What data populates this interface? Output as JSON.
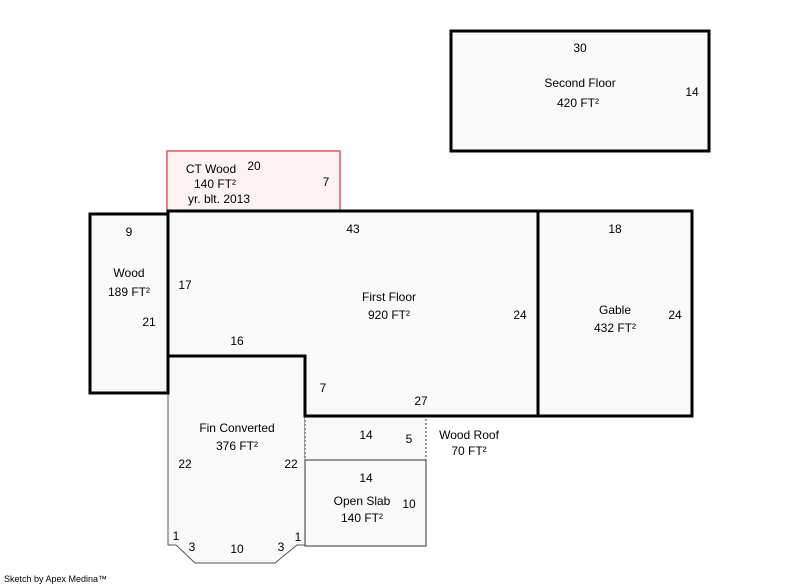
{
  "colors": {
    "area_fill": "#f9f9f9",
    "outline": "#000000",
    "highlight_outline": "#e05a5a",
    "highlight_fill": "#fdf3f3"
  },
  "areas": {
    "second_floor": {
      "name": "Second Floor",
      "size": "420 FT²",
      "dims": {
        "top": "30",
        "right": "14"
      }
    },
    "ct_wood": {
      "name": "CT Wood",
      "size": "140 FT²",
      "year": "yr. blt. 2013",
      "dims": {
        "top": "20",
        "right": "7"
      }
    },
    "wood": {
      "name": "Wood",
      "size": "189 FT²",
      "dims": {
        "top": "9",
        "right": "21"
      }
    },
    "first_floor": {
      "name": "First Floor",
      "size": "920 FT²",
      "dims": {
        "top": "43",
        "left": "17",
        "step_top": "16",
        "step_side": "7",
        "bottom": "27",
        "right": "24"
      }
    },
    "gable": {
      "name": "Gable",
      "size": "432 FT²",
      "dims": {
        "top": "18",
        "right": "24"
      }
    },
    "fin_converted": {
      "name": "Fin Converted",
      "size": "376 FT²",
      "dims": {
        "left": "22",
        "right": "22",
        "bottom": "10",
        "bay_left_diag": "3",
        "bay_right_diag": "3",
        "bay_left_side": "1",
        "bay_right_side": "1"
      }
    },
    "wood_roof": {
      "name": "Wood Roof",
      "size": "70 FT²",
      "dims": {
        "top": "14",
        "right": "5"
      }
    },
    "open_slab": {
      "name": "Open Slab",
      "size": "140 FT²",
      "dims": {
        "top": "14",
        "right": "10"
      }
    }
  },
  "footer": {
    "credit": "Sketch by Apex Medina™"
  }
}
